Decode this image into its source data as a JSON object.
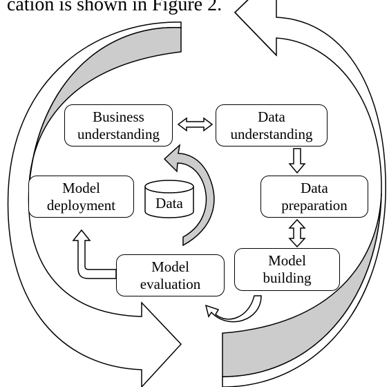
{
  "caption": "cation is shown in Figure 2.",
  "boxes": {
    "business_understanding": "Business\nunderstanding",
    "data_understanding": "Data\nunderstanding",
    "data_preparation": "Data\npreparation",
    "model_building": "Model\nbuilding",
    "model_evaluation": "Model\nevaluation",
    "model_deployment": "Model\ndeployment"
  },
  "data_store_label": "Data",
  "colors": {
    "arrow_fill": "#cccccc",
    "stroke": "#000000"
  }
}
